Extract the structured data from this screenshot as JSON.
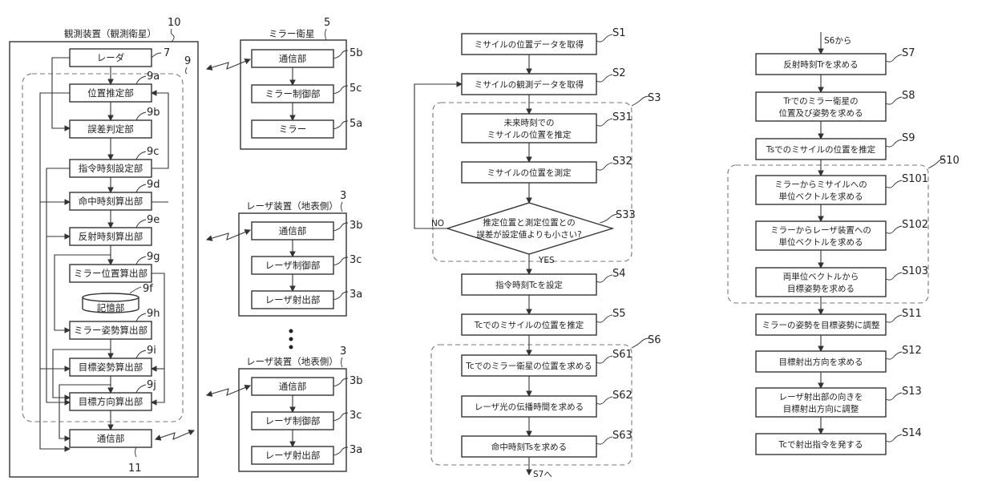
{
  "observation_device": {
    "title": "観測装置（観測衛星）",
    "ref": "10",
    "processor_ref": "9",
    "radar": {
      "label": "レーダ",
      "ref": "7"
    },
    "units": [
      {
        "label": "位置推定部",
        "ref": "9a"
      },
      {
        "label": "誤差判定部",
        "ref": "9b"
      },
      {
        "label": "指令時刻設定部",
        "ref": "9c"
      },
      {
        "label": "命中時刻算出部",
        "ref": "9d"
      },
      {
        "label": "反射時刻算出部",
        "ref": "9e"
      },
      {
        "label": "ミラー位置算出部",
        "ref": "9g"
      },
      {
        "label": "ミラー姿勢算出部",
        "ref": "9h"
      },
      {
        "label": "目標姿勢算出部",
        "ref": "9i"
      },
      {
        "label": "目標方向算出部",
        "ref": "9j"
      }
    ],
    "storage": {
      "label": "記憶部",
      "ref": "9f"
    },
    "comm": {
      "label": "通信部",
      "ref": "11"
    }
  },
  "mirror_satellite": {
    "title": "ミラー衛星",
    "ref": "5",
    "units": [
      {
        "label": "通信部",
        "ref": "5b"
      },
      {
        "label": "ミラー制御部",
        "ref": "5c"
      },
      {
        "label": "ミラー",
        "ref": "5a"
      }
    ]
  },
  "laser_devices": [
    {
      "title": "レーザ装置（地表側）",
      "ref": "3",
      "units": [
        {
          "label": "通信部",
          "ref": "3b"
        },
        {
          "label": "レーザ制御部",
          "ref": "3c"
        },
        {
          "label": "レーザ射出部",
          "ref": "3a"
        }
      ]
    },
    {
      "title": "レーザ装置（地表側）",
      "ref": "3",
      "units": [
        {
          "label": "通信部",
          "ref": "3b"
        },
        {
          "label": "レーザ制御部",
          "ref": "3c"
        },
        {
          "label": "レーザ射出部",
          "ref": "3a"
        }
      ]
    }
  ],
  "flow1": {
    "steps": {
      "s1": {
        "lines": [
          "ミサイルの位置データを取得"
        ],
        "ref": "S1"
      },
      "s2": {
        "lines": [
          "ミサイルの観測データを取得"
        ],
        "ref": "S2"
      },
      "s3_group": {
        "ref": "S3"
      },
      "s31": {
        "lines": [
          "未来時刻での",
          "ミサイルの位置を推定"
        ],
        "ref": "S31"
      },
      "s32": {
        "lines": [
          "ミサイルの位置を測定"
        ],
        "ref": "S32"
      },
      "s33": {
        "lines": [
          "推定位置と測定位置との",
          "誤差が設定値よりも小さい?"
        ],
        "ref": "S33",
        "no": "NO",
        "yes": "YES"
      },
      "s4": {
        "lines": [
          "指令時刻Tcを設定"
        ],
        "ref": "S4"
      },
      "s5": {
        "lines": [
          "Tcでのミサイルの位置を推定"
        ],
        "ref": "S5"
      },
      "s6_group": {
        "ref": "S6"
      },
      "s61": {
        "lines": [
          "Tcでのミラー衛星の位置を求める"
        ],
        "ref": "S61"
      },
      "s62": {
        "lines": [
          "レーザ光の伝播時間を求める"
        ],
        "ref": "S62"
      },
      "s63": {
        "lines": [
          "命中時刻Tsを求める"
        ],
        "ref": "S63"
      }
    },
    "continue_to": "S7へ"
  },
  "flow2": {
    "from": "S6から",
    "steps": {
      "s7": {
        "lines": [
          "反射時刻Trを求める"
        ],
        "ref": "S7"
      },
      "s8": {
        "lines": [
          "Trでのミラー衛星の",
          "位置及び姿勢を求める"
        ],
        "ref": "S8"
      },
      "s9": {
        "lines": [
          "Tsでのミサイルの位置を推定"
        ],
        "ref": "S9"
      },
      "s10_group": {
        "ref": "S10"
      },
      "s101": {
        "lines": [
          "ミラーからミサイルへの",
          "単位ベクトルを求める"
        ],
        "ref": "S101"
      },
      "s102": {
        "lines": [
          "ミラーからレーザ装置への",
          "単位ベクトルを求める"
        ],
        "ref": "S102"
      },
      "s103": {
        "lines": [
          "両単位ベクトルから",
          "目標姿勢を求める"
        ],
        "ref": "S103"
      },
      "s11": {
        "lines": [
          "ミラーの姿勢を目標姿勢に調整"
        ],
        "ref": "S11"
      },
      "s12": {
        "lines": [
          "目標射出方向を求める"
        ],
        "ref": "S12"
      },
      "s13": {
        "lines": [
          "レーザ射出部の向きを",
          "目標射出方向に調整"
        ],
        "ref": "S13"
      },
      "s14": {
        "lines": [
          "Tcで射出指令を発する"
        ],
        "ref": "S14"
      }
    }
  }
}
